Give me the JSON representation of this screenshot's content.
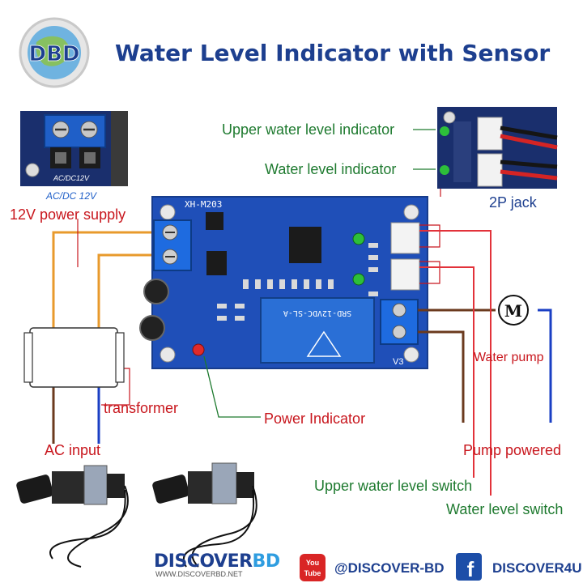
{
  "header": {
    "logo_text": "DBD",
    "title": "Water Level Indicator with Sensor"
  },
  "board": {
    "model": "XH-M203",
    "relay_text": "SRD-12VDC-SL-A",
    "terminal_label": "AC/DC 12V",
    "inset_terminal_label": "AC/DC12V",
    "v3_label": "V3"
  },
  "labels": {
    "power_supply": "12V power supply",
    "transformer": "transformer",
    "ac_input": "AC input",
    "power_indicator": "Power Indicator",
    "upper_indicator": "Upper water level indicator",
    "level_indicator": "Water level indicator",
    "jack": "2P jack",
    "motor": "M",
    "water_pump": "Water pump",
    "pump_powered": "Pump powered",
    "upper_switch": "Upper water level switch",
    "level_switch": "Water level switch"
  },
  "footer": {
    "brand": "DISCOVERBD",
    "brand_left": "DISCOVER",
    "brand_right": "BD",
    "website": "WWW.DISCOVERBD.NET",
    "youtube_icon_text": "You Tube",
    "youtube_handle": "@DISCOVER-BD",
    "facebook_handle": "DISCOVER4U"
  },
  "colors": {
    "title_blue": "#1d3f8f",
    "label_red": "#c8161d",
    "label_green": "#1e7a2f",
    "pcb_blue": "#1f4fb8",
    "wire_orange": "#e89a2c",
    "wire_brown": "#6b3a1e",
    "wire_blue": "#1a3fc4",
    "wire_red": "#e2323a"
  }
}
